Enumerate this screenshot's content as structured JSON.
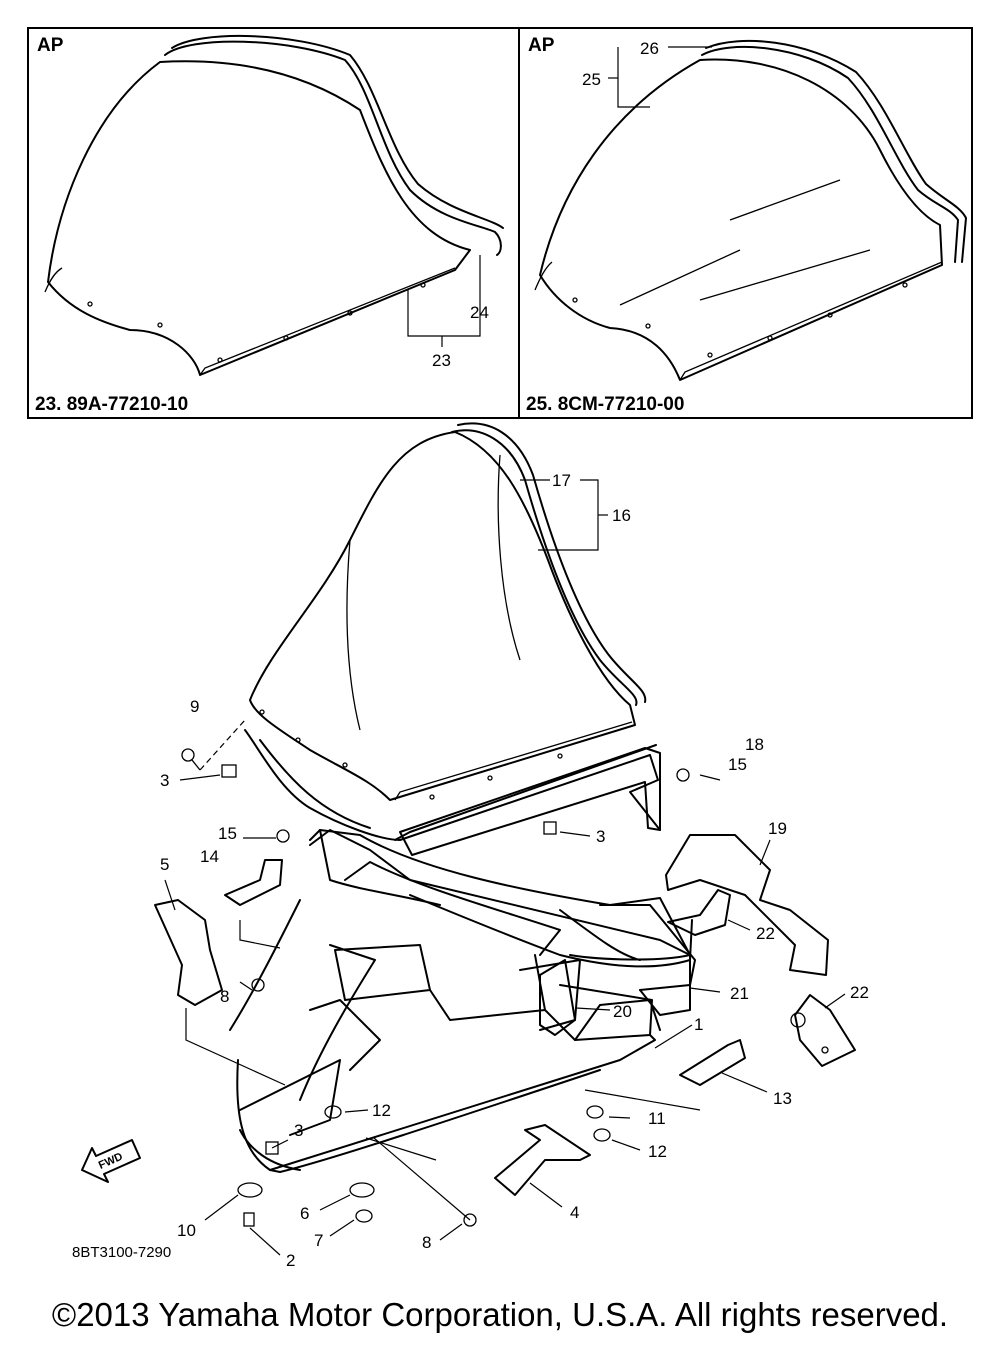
{
  "panels": [
    {
      "tag": "AP",
      "caption": "23. 89A-77210-10"
    },
    {
      "tag": "AP",
      "caption": "25. 8CM-77210-00"
    }
  ],
  "callouts": {
    "c1": "1",
    "c2": "2",
    "c3a": "3",
    "c3b": "3",
    "c3c": "3",
    "c4": "4",
    "c5": "5",
    "c6": "6",
    "c7": "7",
    "c8a": "8",
    "c8b": "8",
    "c9": "9",
    "c10": "10",
    "c11": "11",
    "c12a": "12",
    "c12b": "12",
    "c13": "13",
    "c14": "14",
    "c15a": "15",
    "c15b": "15",
    "c16": "16",
    "c17": "17",
    "c18": "18",
    "c19": "19",
    "c20": "20",
    "c21": "21",
    "c22a": "22",
    "c22b": "22",
    "c23": "23",
    "c24": "24",
    "c25": "25",
    "c26": "26"
  },
  "fwd_label": "FWD",
  "diagram_code": "8BT3100-7290",
  "copyright": "©2013 Yamaha Motor Corporation, U.S.A. All rights reserved."
}
